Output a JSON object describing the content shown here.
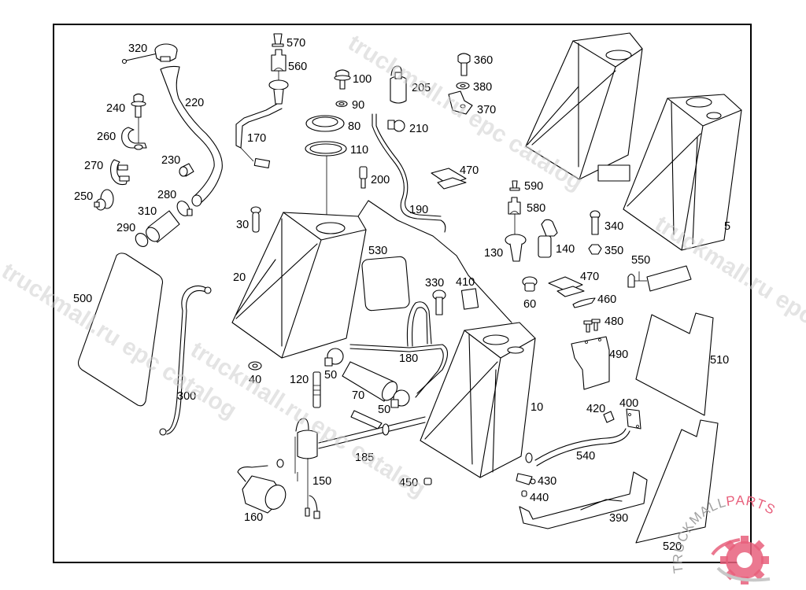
{
  "diagram": {
    "type": "exploded parts diagram",
    "subject": "fuel tank assembly"
  },
  "callouts": [
    {
      "id": "320",
      "label": "320"
    },
    {
      "id": "570",
      "label": "570"
    },
    {
      "id": "560",
      "label": "560"
    },
    {
      "id": "220",
      "label": "220"
    },
    {
      "id": "240",
      "label": "240"
    },
    {
      "id": "260",
      "label": "260"
    },
    {
      "id": "170",
      "label": "170"
    },
    {
      "id": "270",
      "label": "270"
    },
    {
      "id": "230",
      "label": "230"
    },
    {
      "id": "250",
      "label": "250"
    },
    {
      "id": "280",
      "label": "280"
    },
    {
      "id": "310",
      "label": "310"
    },
    {
      "id": "290",
      "label": "290"
    },
    {
      "id": "30",
      "label": "30"
    },
    {
      "id": "100",
      "label": "100"
    },
    {
      "id": "90",
      "label": "90"
    },
    {
      "id": "80",
      "label": "80"
    },
    {
      "id": "110",
      "label": "110"
    },
    {
      "id": "205",
      "label": "205"
    },
    {
      "id": "210",
      "label": "210"
    },
    {
      "id": "200",
      "label": "200"
    },
    {
      "id": "360",
      "label": "360"
    },
    {
      "id": "380",
      "label": "380"
    },
    {
      "id": "370",
      "label": "370"
    },
    {
      "id": "470a",
      "label": "470"
    },
    {
      "id": "190",
      "label": "190"
    },
    {
      "id": "590",
      "label": "590"
    },
    {
      "id": "580",
      "label": "580"
    },
    {
      "id": "130",
      "label": "130"
    },
    {
      "id": "140",
      "label": "140"
    },
    {
      "id": "340",
      "label": "340"
    },
    {
      "id": "350",
      "label": "350"
    },
    {
      "id": "5",
      "label": "5"
    },
    {
      "id": "550",
      "label": "550"
    },
    {
      "id": "470b",
      "label": "470"
    },
    {
      "id": "60",
      "label": "60"
    },
    {
      "id": "460",
      "label": "460"
    },
    {
      "id": "480",
      "label": "480"
    },
    {
      "id": "490",
      "label": "490"
    },
    {
      "id": "510",
      "label": "510"
    },
    {
      "id": "500",
      "label": "500"
    },
    {
      "id": "20",
      "label": "20"
    },
    {
      "id": "530",
      "label": "530"
    },
    {
      "id": "330",
      "label": "330"
    },
    {
      "id": "410",
      "label": "410"
    },
    {
      "id": "40",
      "label": "40"
    },
    {
      "id": "120",
      "label": "120"
    },
    {
      "id": "50a",
      "label": "50"
    },
    {
      "id": "180",
      "label": "180"
    },
    {
      "id": "70",
      "label": "70"
    },
    {
      "id": "50b",
      "label": "50"
    },
    {
      "id": "10",
      "label": "10"
    },
    {
      "id": "300",
      "label": "300"
    },
    {
      "id": "420",
      "label": "420"
    },
    {
      "id": "400",
      "label": "400"
    },
    {
      "id": "185",
      "label": "185"
    },
    {
      "id": "150",
      "label": "150"
    },
    {
      "id": "160",
      "label": "160"
    },
    {
      "id": "450",
      "label": "450"
    },
    {
      "id": "540",
      "label": "540"
    },
    {
      "id": "430",
      "label": "430"
    },
    {
      "id": "440",
      "label": "440"
    },
    {
      "id": "390",
      "label": "390"
    },
    {
      "id": "520",
      "label": "520"
    }
  ],
  "watermarks": [
    "truckmall.ru epc catalog",
    "truckmall.ru epc catalog",
    "truckmall.ru epc catalog",
    "truckmall.ru epc catalog"
  ],
  "brand": {
    "name_dark": "TRUCKMALL",
    "name_accent": "PARTS",
    "accent_color": "#e8607c",
    "dark_color": "#a0a0a0"
  }
}
